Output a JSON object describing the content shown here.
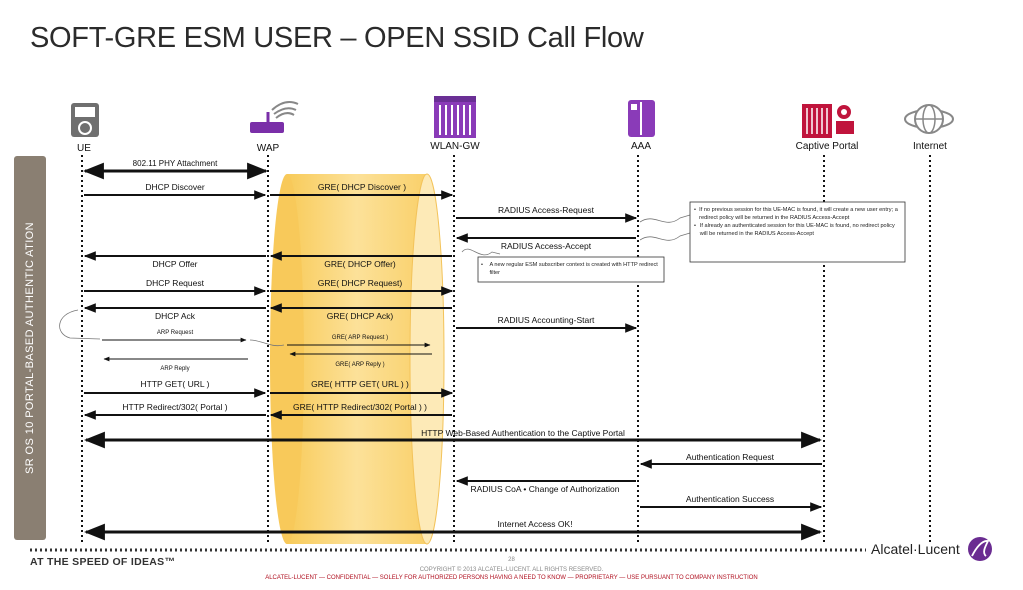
{
  "title": "SOFT-GRE ESM USER – OPEN SSID Call Flow",
  "sidebar_label": "SR OS 10 PORTAL-BASED AUTHENTIC ATION",
  "entities": {
    "ue": "UE",
    "wap": "WAP",
    "wlan_gw": "WLAN-GW",
    "aaa": "AAA",
    "captive_portal": "Captive Portal",
    "internet": "Internet"
  },
  "messages": {
    "m1": "802.11 PHY Attachment",
    "m2": "DHCP Discover",
    "m3": "GRE( DHCP Discover )",
    "m4": "RADIUS Access-Request",
    "m5": "RADIUS Access-Accept",
    "m6": "DHCP Offer",
    "m7": "GRE( DHCP Offer)",
    "m8": "DHCP Request",
    "m9": "GRE( DHCP Request)",
    "m10": "DHCP Ack",
    "m11": "GRE( DHCP Ack)",
    "m12": "RADIUS Accounting-Start",
    "m13": "ARP Request",
    "m14": "GRE( ARP Request )",
    "m15": "GRE( ARP Reply )",
    "m16": "ARP Reply",
    "m17": "HTTP GET( URL )",
    "m18": "GRE( HTTP GET( URL ) )",
    "m19": "HTTP Redirect/302( Portal )",
    "m20": "GRE( HTTP Redirect/302( Portal ) )",
    "m21": "HTTP Web-Based Authentication to the Captive Portal",
    "m22": "Authentication Request",
    "m23": "RADIUS CoA • Change of Authorization",
    "m24": "Authentication Success",
    "m25": "Internet Access OK!"
  },
  "notes": {
    "note1_b1": "If no previous session for this UE-MAC is found, it will create a new user entry; a redirect policy will be returned in the RADIUS Access-Accept",
    "note1_b2": "If already an authenticated session for this UE-MAC is found, no redirect policy will be returned in the RADIUS Access-Accept",
    "note2_b1": "A new regular ESM subscriber context is created with HTTP redirect filter"
  },
  "footer": {
    "tagline": "AT THE SPEED OF IDEAS™",
    "page_number": "28",
    "copyright": "COPYRIGHT © 2013 ALCATEL-LUCENT. ALL RIGHTS RESERVED.",
    "confidential": "ALCATEL-LUCENT — CONFIDENTIAL — SOLELY FOR AUTHORIZED PERSONS HAVING A NEED TO KNOW — PROPRIETARY — USE PURSUANT TO COMPANY INSTRUCTION",
    "brand": "Alcatel·Lucent"
  },
  "colors": {
    "tunnel": "#fbd97a",
    "entity_purple": "#8a3bb8",
    "portal_red": "#c0143c",
    "sidebar": "#8a7f72",
    "confidential": "#b01020"
  },
  "icons": {
    "ue": "handset-icon",
    "wap": "wireless-ap-icon",
    "wlan_gw": "gateway-rack-icon",
    "aaa": "server-icon",
    "captive_portal": "portal-server-icon",
    "internet": "globe-icon",
    "brand": "alcatel-lucent-logo-icon"
  }
}
